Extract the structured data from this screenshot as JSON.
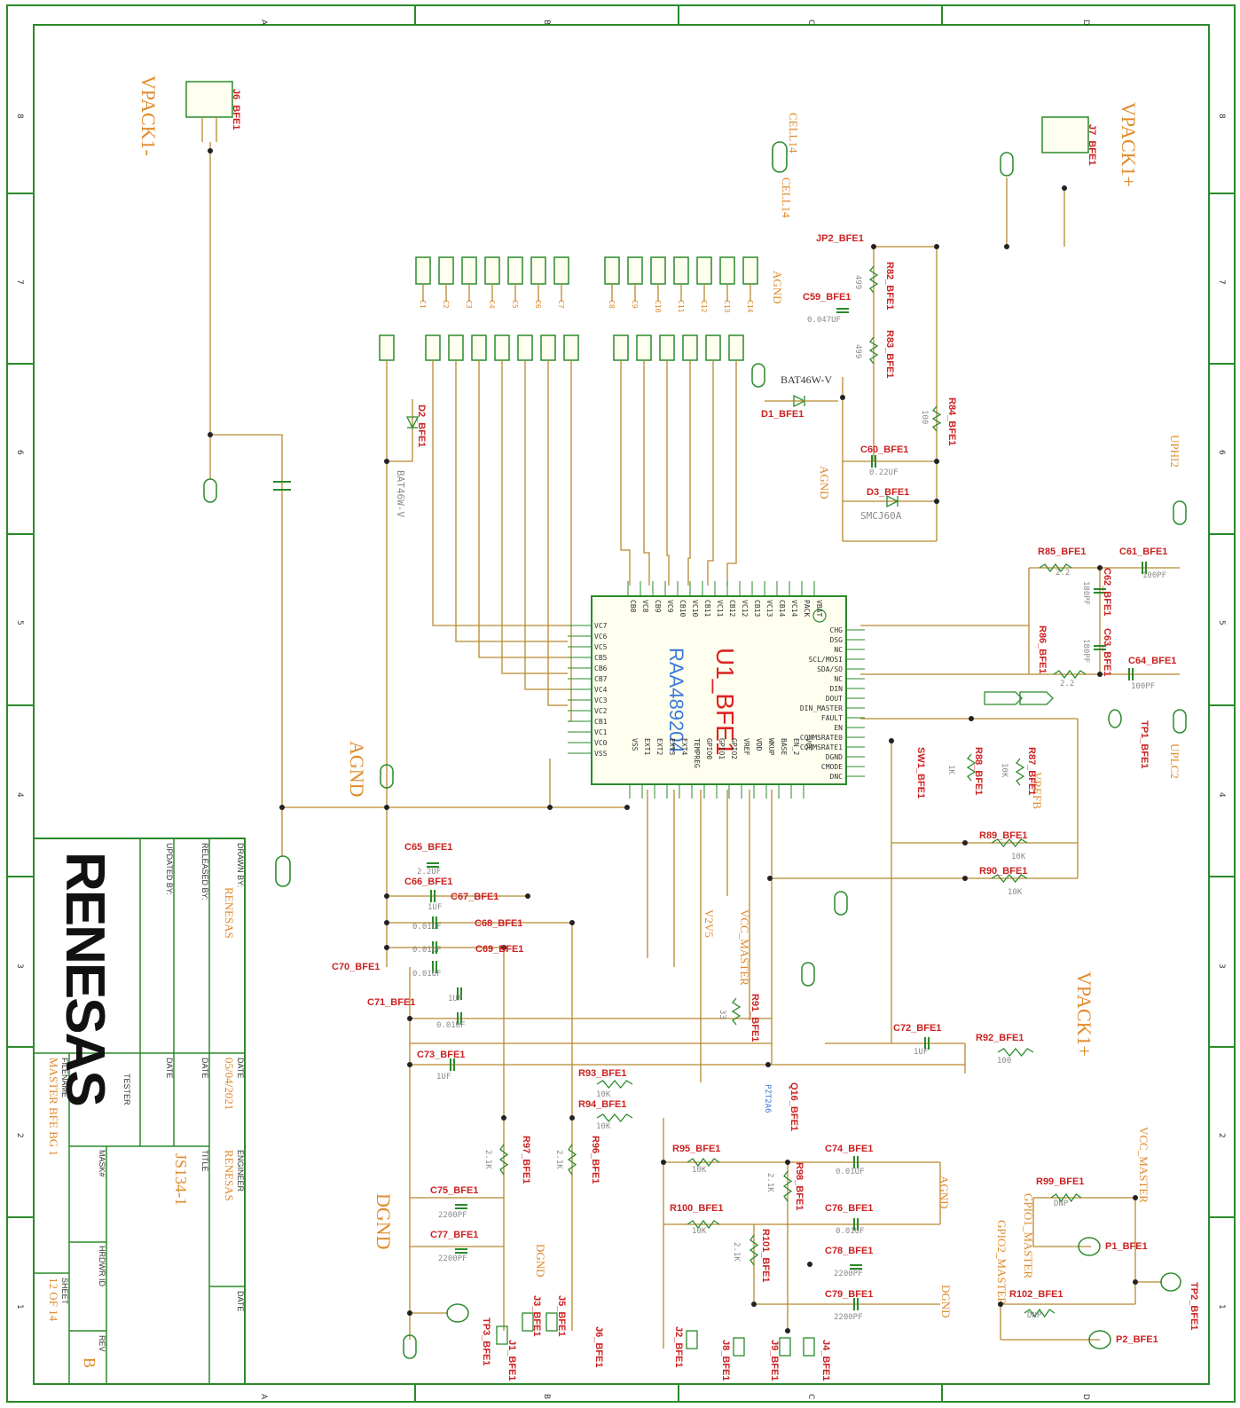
{
  "grid": {
    "columns": [
      "A",
      "B",
      "C",
      "D"
    ],
    "rows": [
      "8",
      "7",
      "6",
      "5",
      "4",
      "3",
      "2",
      "1"
    ]
  },
  "chip": {
    "ref": "U1_BFE1",
    "part": "RAA489204",
    "left_pins": [
      "VC7",
      "VC6",
      "VC5",
      "CB5",
      "CB6",
      "CB7",
      "VC4",
      "VC3",
      "VC2",
      "CB1",
      "VC1",
      "VC0",
      "VSS"
    ],
    "top_pins": [
      "VBAT",
      "PACK",
      "VC14",
      "CB14",
      "VC13",
      "CB13",
      "VC12",
      "CB12",
      "VC11",
      "CB11",
      "VC10",
      "CB10",
      "VC9",
      "CB9",
      "VC8",
      "CB8"
    ],
    "right_pins": [
      "CHG",
      "DSG",
      "NC",
      "SCL/MOSI",
      "SDA/SO",
      "NC",
      "DIN",
      "DOUT",
      "DIN_MASTER",
      "FAULT",
      "EN",
      "COMMSRATE0",
      "COMMSRATE1",
      "DGND",
      "CMODE",
      "DNC"
    ],
    "bottom_pins": [
      "VSS",
      "EXT1",
      "EXT2",
      "EXT3",
      "EXT4",
      "TEMPREG",
      "GPIO0",
      "GPIO1",
      "GPIO2",
      "VREF",
      "VDD",
      "WKUP",
      "BASE",
      "EN_2",
      "VCC"
    ]
  },
  "nets": {
    "vpack_minus": "VPACK1-",
    "vpack_plus_top": "VPACK1+",
    "vpack_plus_mid": "VPACK1+",
    "cell14": "CELL14",
    "cell14b": "CELL14",
    "agnd_left": "AGND",
    "agnd_top": "AGND",
    "agnd_mid": "AGND",
    "agnd_bottom": "AGND",
    "dgnd_left": "DGND",
    "dgnd_mid": "DGND",
    "dgnd_right": "DGND",
    "uphi2": "UPHI2",
    "uplc2": "UPLC2",
    "vcc_master": "VCC_MASTER",
    "gpio1_master": "GPIO1_MASTER",
    "gpio2_master": "GPIO2_MASTER",
    "v2v5": "V2V5",
    "vcc_master_v": "VCC_MASTER",
    "vrefb": "VREFB"
  },
  "cell_labels_top": [
    "C1",
    "C2",
    "C3",
    "C4",
    "C5",
    "C6",
    "C7",
    "C8",
    "C9",
    "C10",
    "C11",
    "C12",
    "C13",
    "C14"
  ],
  "components": {
    "j6": "J6_BFE1",
    "j7": "J7_BFE1",
    "jp2": "JP2_BFE1",
    "r82": "R82_BFE1",
    "r82v": "499",
    "c59": "C59_BFE1",
    "c59v": "0.047UF",
    "r83": "R83_BFE1",
    "r83v": "499",
    "bat_top": "BAT46W-V",
    "d1": "D1_BFE1",
    "r84": "R84_BFE1",
    "r84v": "100",
    "c60": "C60_BFE1",
    "c60v": "0.22UF",
    "d3": "D3_BFE1",
    "d3v": "SMCJ60A",
    "d2": "D2_BFE1",
    "d2v": "BAT46W-V",
    "r85": "R85_BFE1",
    "r85v": "2.2",
    "c61": "C61_BFE1",
    "c61v": "100PF",
    "c62": "C62_BFE1",
    "c62v": "180PF",
    "c63": "C63_BFE1",
    "c63v": "180PF",
    "r86": "R86_BFE1",
    "r86v": "2.2",
    "c64": "C64_BFE1",
    "c64v": "100PF",
    "tp1": "TP1_BFE1",
    "sw1": "SW1_BFE1",
    "r88": "R88_BFE1",
    "r88v": "1K",
    "r87": "R87_BFE1",
    "r87v": "10K",
    "r89": "R89_BFE1",
    "r89v": "10K",
    "r90": "R90_BFE1",
    "r90v": "10K",
    "c65": "C65_BFE1",
    "c65v": "2.2UF",
    "c66": "C66_BFE1",
    "c66v": "1UF",
    "c67": "C67_BFE1",
    "c67v": "0.01UF",
    "c68": "C68_BFE1",
    "c68v": "0.01UF",
    "c69": "C69_BFE1",
    "c69v": "0.01UF",
    "c70": "C70_BFE1",
    "c71": "C71_BFE1",
    "c71v1": "1UF",
    "c71v2": "0.01UF",
    "r91": "R91_BFE1",
    "r91v": "33",
    "c72": "C72_BFE1",
    "c72v": "1UF",
    "r92": "R92_BFE1",
    "r92v": "100",
    "c73": "C73_BFE1",
    "c73v": "1UF",
    "q16": "Q16_BFE1",
    "q16v": "PZT2A6",
    "r93": "R93_BFE1",
    "r93v": "10K",
    "r94": "R94_BFE1",
    "r94v": "10K",
    "r97": "R97_BFE1",
    "r97v": "2.1K",
    "r96": "R96_BFE1",
    "r96v": "2.1K",
    "r95": "R95_BFE1",
    "r95v": "10K",
    "r98": "R98_BFE1",
    "r98v": "2.1K",
    "c74": "C74_BFE1",
    "c74v": "0.01UF",
    "r100": "R100_BFE1",
    "r100v": "10K",
    "r101": "R101_BFE1",
    "r101v": "2.1K",
    "c76": "C76_BFE1",
    "c76v": "0.01UF",
    "c75": "C75_BFE1",
    "c75v": "2200PF",
    "c77": "C77_BFE1",
    "c77v": "2200PF",
    "c78": "C78_BFE1",
    "c78v": "2200PF",
    "c79": "C79_BFE1",
    "c79v": "2200PF",
    "r99": "R99_BFE1",
    "r99v": "DNP",
    "r102": "R102_BFE1",
    "r102v": "DNP",
    "p1": "P1_BFE1",
    "p2": "P2_BFE1",
    "tp2": "TP2_BFE1",
    "tp3": "TP3_BFE1",
    "j1": "J1_BFE1",
    "j2": "J2_BFE1",
    "j3": "J3_BFE1",
    "j4": "J4_BFE1",
    "j5": "J5_BFE1",
    "j6b": "J6_BFE1",
    "j8": "J8_BFE1",
    "j9": "J9_BFE1"
  },
  "title_block": {
    "logo": "RENESAS",
    "drawn_by_label": "DRAWN BY:",
    "drawn_by": "RENESAS",
    "released_by_label": "RELEASED BY:",
    "updated_by_label": "UPDATED BY:",
    "date_label1": "DATE",
    "date1": "05/04/2021",
    "date_label2": "DATE",
    "date_label3": "DATE",
    "engineer_label": "ENGINEER",
    "engineer": "RENESAS",
    "title_label": "TITLE",
    "title": "JS134-1",
    "filename_label": "FILENAME",
    "filename": "MASTER BFE BG 1",
    "tester_label": "TESTER",
    "mask_label": "MASK#",
    "hrdwr_label": "HRDWR ID",
    "rev_label": "REV",
    "rev": "B",
    "sheet_label": "SHEET",
    "sheet": "12 OF 14",
    "date_label4": "DATE"
  }
}
